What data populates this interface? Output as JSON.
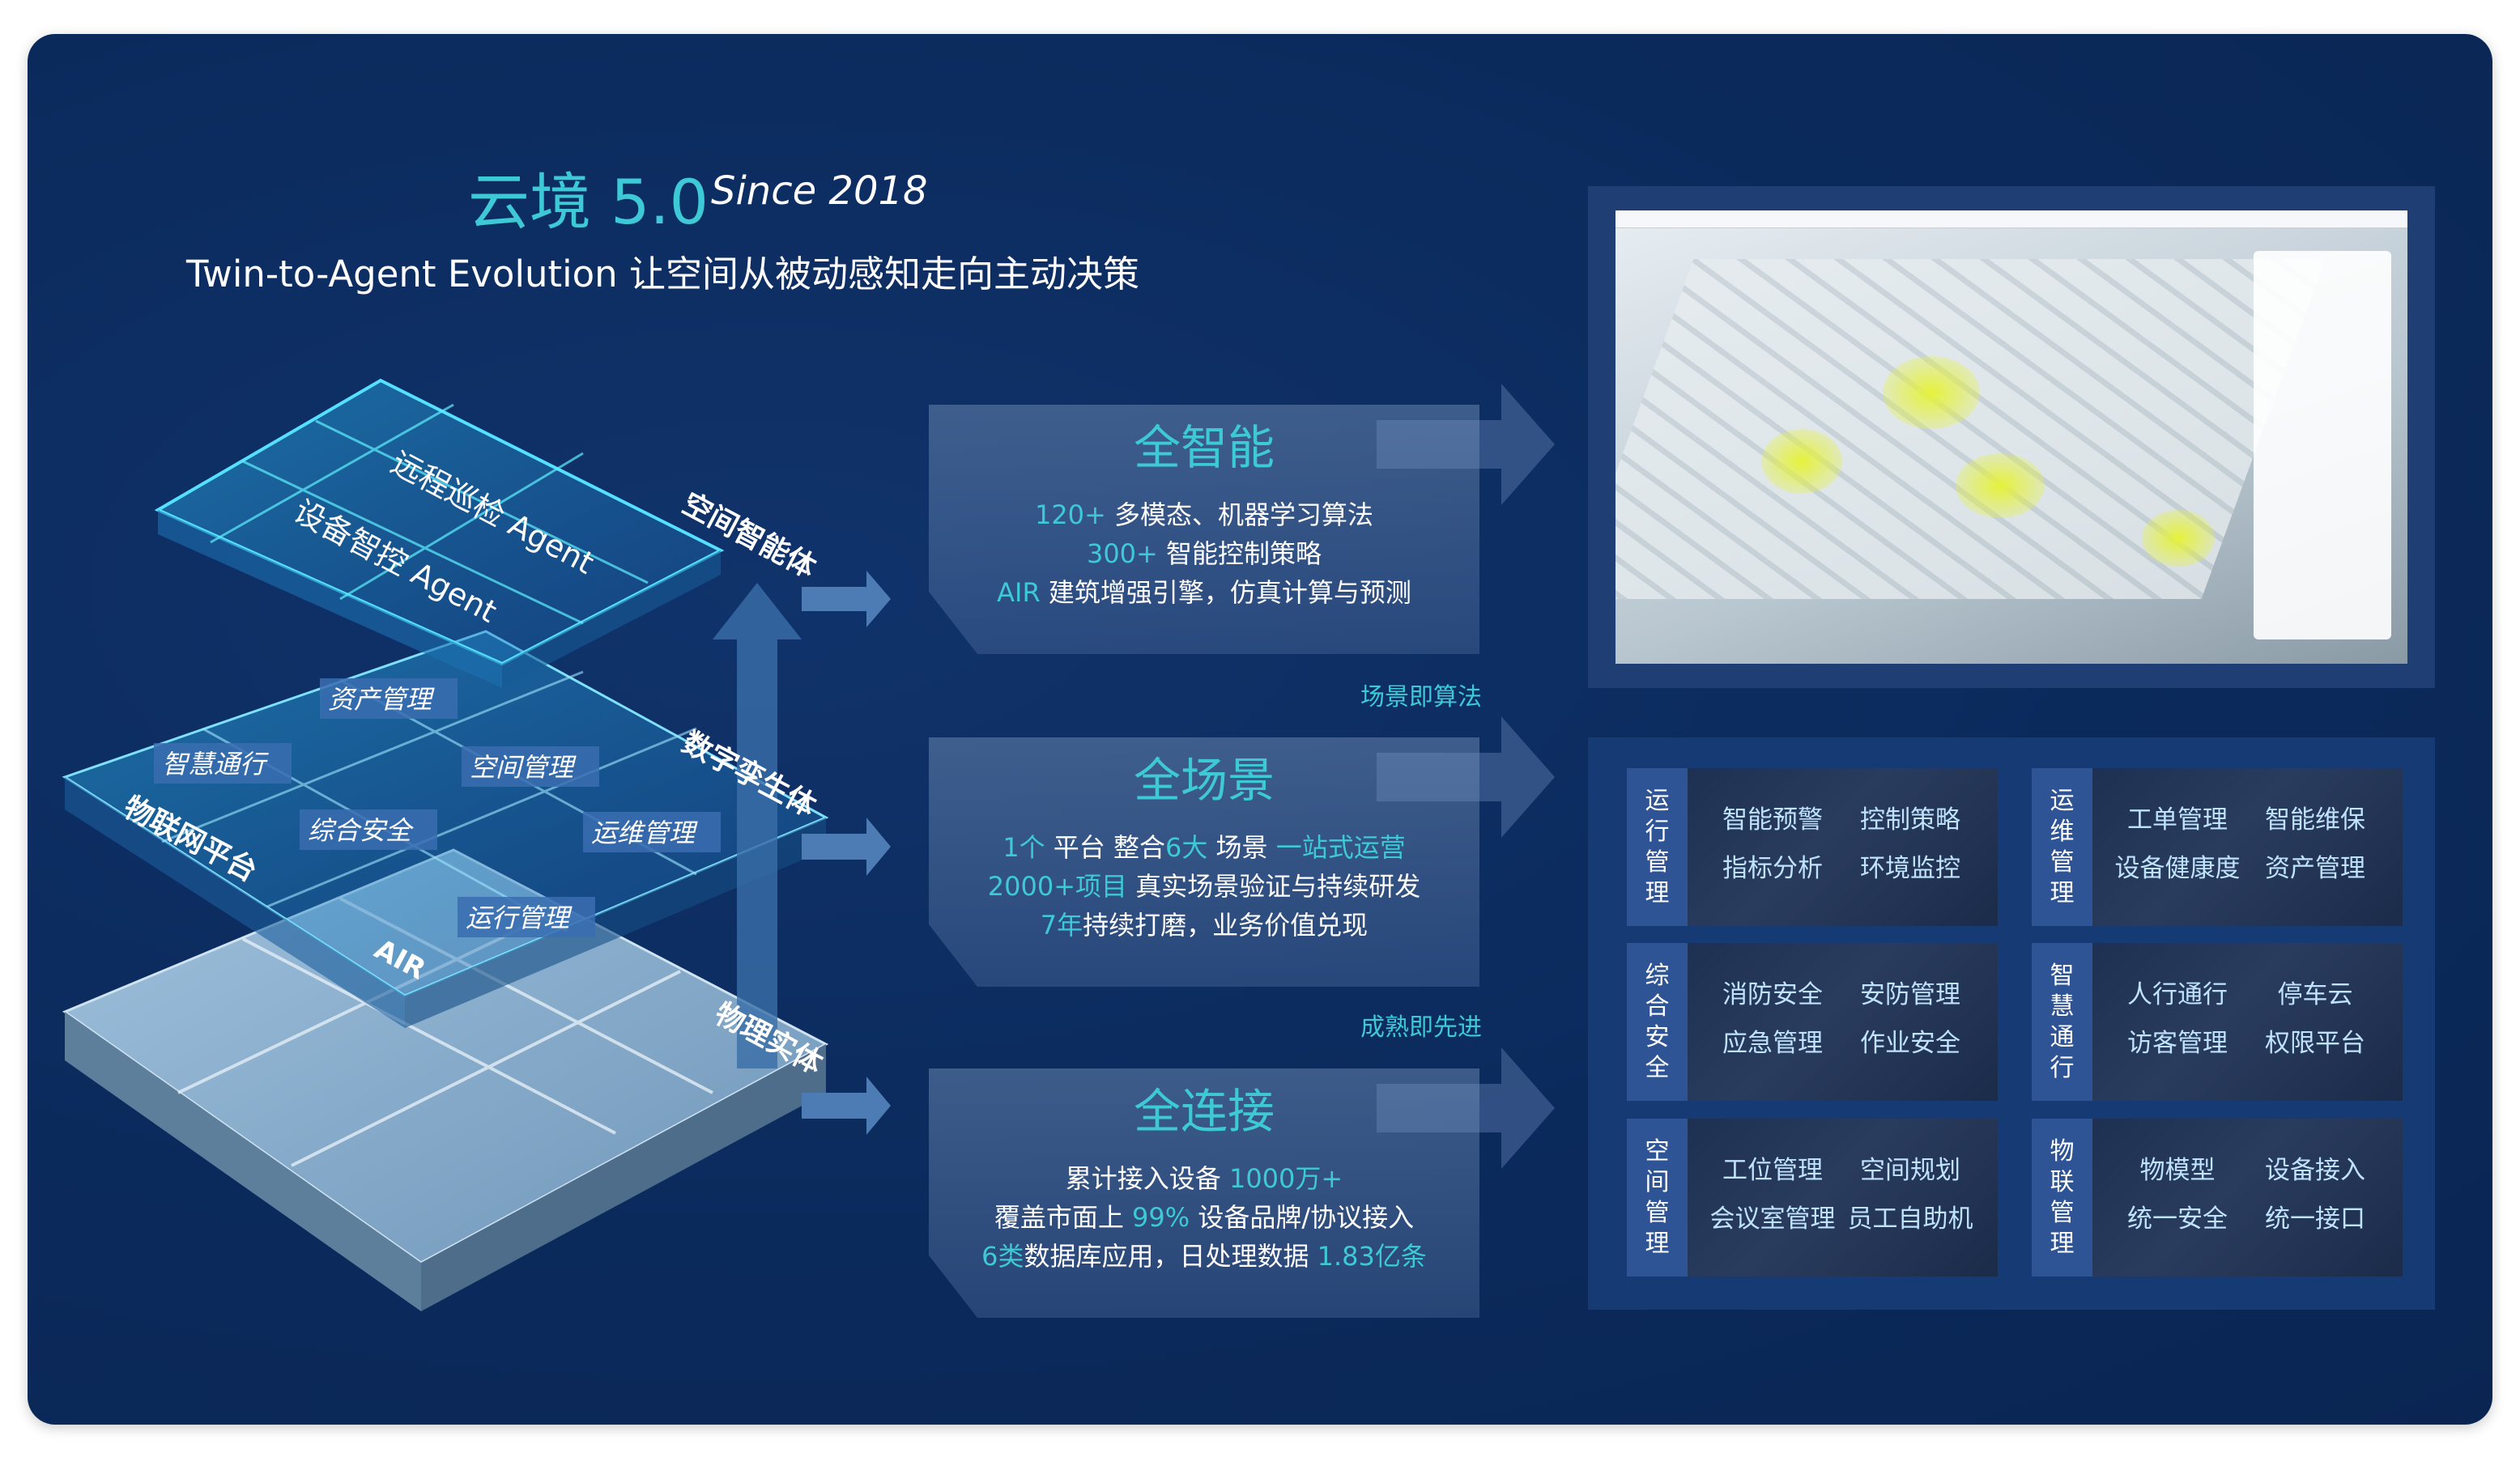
{
  "header": {
    "title": "云境 5.0",
    "since": "Since 2018",
    "subtitle": "Twin-to-Agent Evolution  让空间从被动感知走向主动决策"
  },
  "building": {
    "layers": [
      "空间智能体",
      "数字孪生体",
      "物理实体"
    ],
    "agents": [
      "远程巡检 Agent",
      "设备智控 Agent"
    ],
    "modules": [
      "资产管理",
      "智慧通行",
      "空间管理",
      "综合安全",
      "运维管理",
      "运行管理"
    ],
    "platform": "物联网平台",
    "engine": "AIR"
  },
  "panels": [
    {
      "title": "全智能",
      "lines": [
        [
          {
            "t": "120+ ",
            "h": true
          },
          {
            "t": "多模态、机器学习算法"
          }
        ],
        [
          {
            "t": "300+ ",
            "h": true
          },
          {
            "t": "智能控制策略"
          }
        ],
        [
          {
            "t": "AIR ",
            "h": true
          },
          {
            "t": "建筑增强引擎，仿真计算与预测"
          }
        ]
      ]
    },
    {
      "title": "全场景",
      "lines": [
        [
          {
            "t": "1个",
            "h": true
          },
          {
            "t": " 平台  整合"
          },
          {
            "t": "6大",
            "h": true
          },
          {
            "t": " 场景  "
          },
          {
            "t": "一站式运营",
            "h": true
          }
        ],
        [
          {
            "t": "2000+项目",
            "h": true
          },
          {
            "t": " 真实场景验证与持续研发"
          }
        ],
        [
          {
            "t": "7年",
            "h": true
          },
          {
            "t": "持续打磨，业务价值兑现"
          }
        ]
      ]
    },
    {
      "title": "全连接",
      "lines": [
        [
          {
            "t": "累计接入设备 "
          },
          {
            "t": "1000万+",
            "h": true
          }
        ],
        [
          {
            "t": "覆盖市面上 "
          },
          {
            "t": "99%",
            "h": true
          },
          {
            "t": " 设备品牌/协议接入"
          }
        ],
        [
          {
            "t": "6类",
            "h": true
          },
          {
            "t": "数据库应用，日处理数据 "
          },
          {
            "t": "1.83亿条",
            "h": true
          }
        ]
      ]
    }
  ],
  "notes": [
    "场景即算法",
    "成熟即先进"
  ],
  "modules": [
    {
      "label": "运行管理",
      "items": [
        "智能预警",
        "控制策略",
        "指标分析",
        "环境监控"
      ]
    },
    {
      "label": "运维管理",
      "items": [
        "工单管理",
        "智能维保",
        "设备健康度",
        "资产管理"
      ]
    },
    {
      "label": "综合安全",
      "items": [
        "消防安全",
        "安防管理",
        "应急管理",
        "作业安全"
      ]
    },
    {
      "label": "智慧通行",
      "items": [
        "人行通行",
        "停车云",
        "访客管理",
        "权限平台"
      ]
    },
    {
      "label": "空间管理",
      "items": [
        "工位管理",
        "空间规划",
        "会议室管理",
        "员工自助机"
      ]
    },
    {
      "label": "物联管理",
      "items": [
        "物模型",
        "设备接入",
        "统一安全",
        "统一接口"
      ]
    }
  ],
  "colors": {
    "accent": "#3ec9d6",
    "background": "#0b2a5c",
    "label_strip": "#2f5495"
  }
}
